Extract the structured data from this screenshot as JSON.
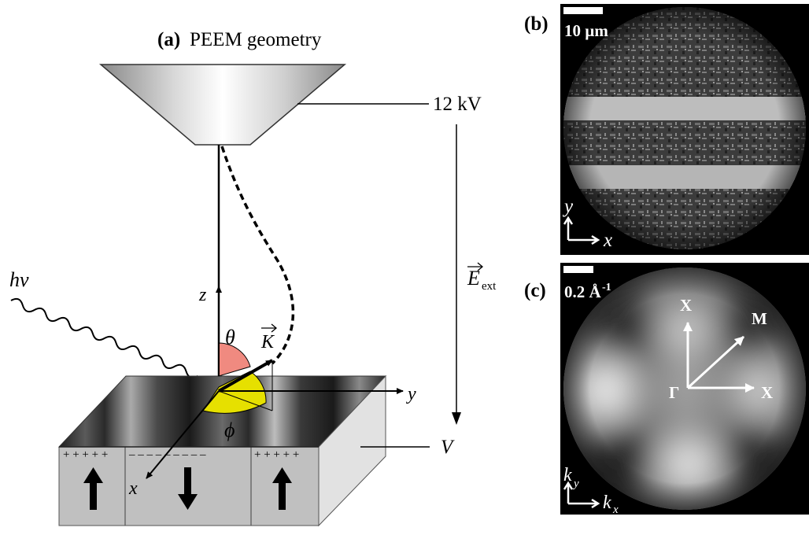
{
  "panel_a": {
    "tag": "(a)",
    "title": "PEEM geometry",
    "voltage_label": "12 kV",
    "field_symbol": "E",
    "field_subscript": "ext",
    "sample_voltage": "V",
    "photon_label": "hν",
    "axis_z": "z",
    "axis_y": "y",
    "axis_x": "x",
    "theta": "θ",
    "phi": "ϕ",
    "k_vector": "K",
    "charges_left": "+ + + + +",
    "charges_middle": "– – – – – – – – –",
    "charges_right": "+ + + + +"
  },
  "panel_b": {
    "tag": "(b)",
    "scale_label": "10 µm",
    "axis_y": "y",
    "axis_x": "x"
  },
  "panel_c": {
    "tag": "(c)",
    "scale_label": "0.2 Å",
    "scale_exp": "-1",
    "label_x_top": "X",
    "label_m": "M",
    "label_gamma": "Γ",
    "label_x_right": "X",
    "axis_ky_main": "k",
    "axis_ky_sub": "y",
    "axis_kx_main": "k",
    "axis_kx_sub": "x"
  },
  "colors": {
    "theta_arc": "#f08a80",
    "phi_arc": "#e6e000",
    "domain_gray": "#c0c0c0",
    "side_face": "#e2e2e2"
  }
}
